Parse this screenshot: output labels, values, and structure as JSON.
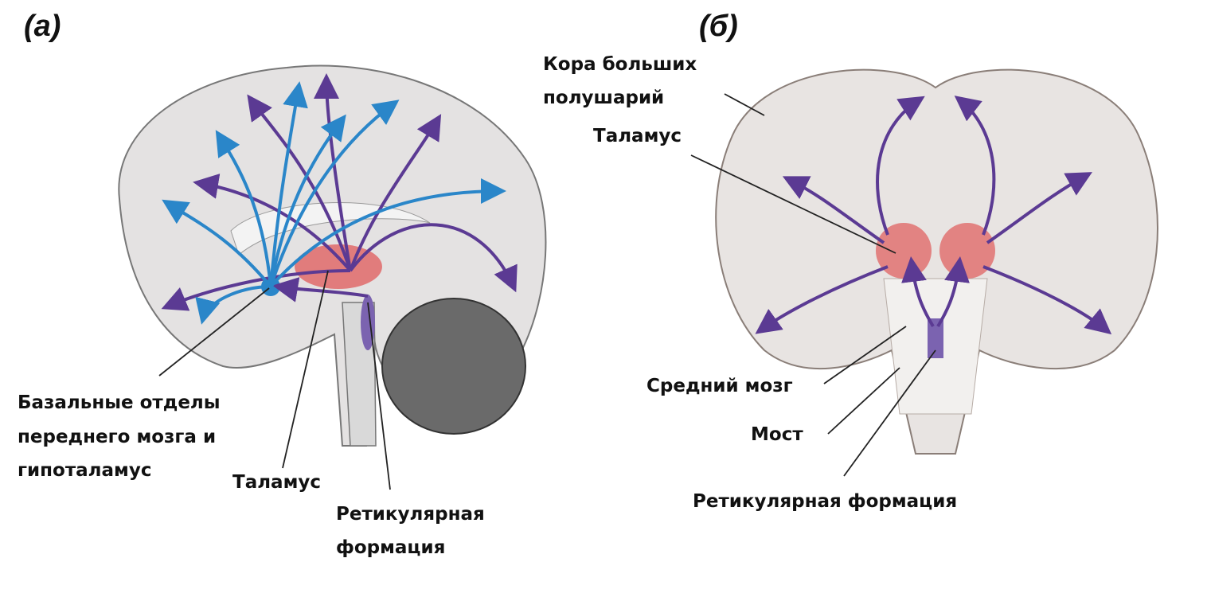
{
  "panels": {
    "a": "(а)",
    "b": "(б)"
  },
  "left": {
    "basal": [
      "Базальные отделы",
      "переднего мозга и",
      "гипоталамус"
    ],
    "thalamus": "Таламус",
    "reticular": [
      "Ретикулярная",
      "формация"
    ]
  },
  "right": {
    "cortex": [
      "Кора больших",
      "полушарий"
    ],
    "thalamus": "Таламус",
    "midbrain": "Средний мозг",
    "pons": "Мост",
    "reticular": "Ретикулярная формация"
  },
  "colors": {
    "purple": "#5b3a93",
    "blue": "#2a86c9",
    "thalamus": "#e06a6a",
    "brain": "#e4e2e2"
  }
}
